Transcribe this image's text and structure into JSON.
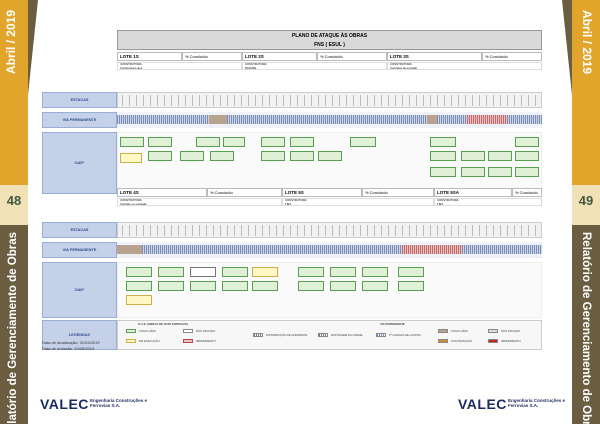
{
  "sidebar": {
    "left": {
      "date": "Abril / 2019",
      "page": "48",
      "report": "Relatório de Gerenciamento de Obras"
    },
    "right": {
      "date": "Abril / 2019",
      "page": "49",
      "report": "Relatório de Gerenciamento de Obras"
    }
  },
  "plan": {
    "title": "PLANO DE ATAQUE ÀS OBRAS",
    "subtitle": "FNS ( ESUL )"
  },
  "top_lots": [
    {
      "name": "LOTE 1S",
      "pct": "% Concluído",
      "builder_label": "CONSTRUTORA:",
      "builder": "Construtora Lotes"
    },
    {
      "name": "LOTE 2S",
      "pct": "% Concluído",
      "builder_label": "CONSTRUTORA:",
      "builder": "PASCRE"
    },
    {
      "name": "LOTE 3S",
      "pct": "% Concluído",
      "builder_label": "CONSTRUTORA:",
      "builder": "Contratos de emissão"
    }
  ],
  "bottom_lots": [
    {
      "name": "LOTE 4S",
      "pct": "% Concluído",
      "builder_label": "CONSTRUTORA:",
      "builder": "Contrato em emissão"
    },
    {
      "name": "LOTE 5S",
      "pct": "% Concluído",
      "builder_label": "CONSTRUTORA:",
      "builder": "TIEX"
    },
    {
      "name": "LOTE 5SA",
      "pct": "% Concluído",
      "builder_label": "CONSTRUTORA:",
      "builder": "TIEX"
    }
  ],
  "rows": {
    "estacas": "ESTACAS",
    "via": "VIA PERMANENTE",
    "oae": "OAE*",
    "legendas": "LEGENDAS"
  },
  "legend": {
    "oae_title": "O.A.E. (OBRAS DE ARTE ESPECIAIS)",
    "via_title": "VIA PERMANENTE",
    "items": [
      "CONCLUÍDO",
      "NÃO INICIADO",
      "EM EXECUÇÃO",
      "IMPEDIMENTO",
      "DISTRIBUIÇÃO DE DORMENTE",
      "MONTAGEM DA GRADE",
      "1ª CAMADA DE LASTRO",
      "CONCLUÍDO",
      "NÃO INICIADO",
      "CONTRATAÇÃO",
      "IMPEDIMENTO"
    ]
  },
  "dates": {
    "update": "Data de atualização: 31/03/2019",
    "emission": "Data de emissão: 20/05/2019"
  },
  "logo": {
    "brand": "VALEC",
    "tagline": "Engenharia Construções e Ferrovias S.A."
  },
  "colors": {
    "gold": "#e1a52b",
    "brown": "#6b5d3f",
    "cream": "#f0e2b6",
    "navy": "#1a2c5f"
  }
}
